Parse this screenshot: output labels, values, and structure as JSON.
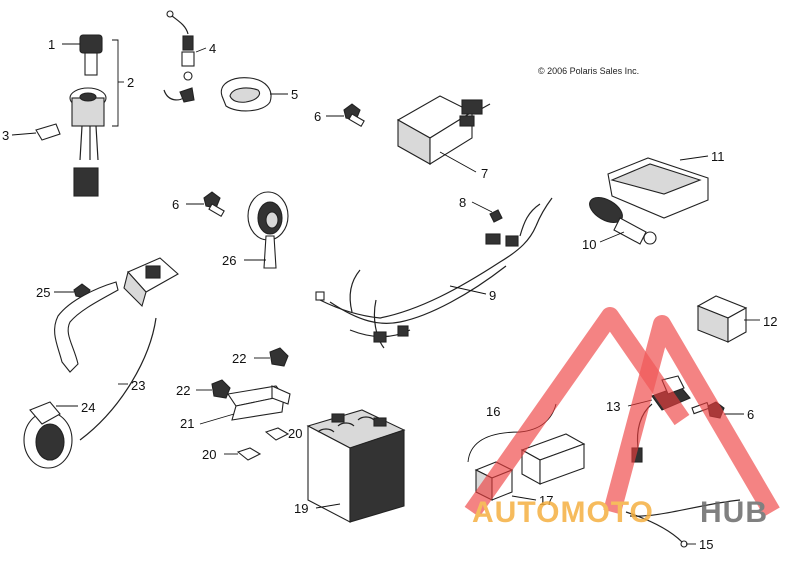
{
  "copyright": "© 2006 Polaris Sales Inc.",
  "callouts": {
    "c1": "1",
    "c2": "2",
    "c3": "3",
    "c4": "4",
    "c5": "5",
    "c6a": "6",
    "c6b": "6",
    "c6c": "6",
    "c7": "7",
    "c8": "8",
    "c9": "9",
    "c10": "10",
    "c11": "11",
    "c12": "12",
    "c13": "13",
    "c15": "15",
    "c16": "16",
    "c17": "17",
    "c19": "19",
    "c20a": "20",
    "c20b": "20",
    "c21": "21",
    "c22a": "22",
    "c22b": "22",
    "c23": "23",
    "c24": "24",
    "c25": "25",
    "c26": "26"
  },
  "watermark": {
    "part1": "AUTOMOTO",
    "part2": "HUB",
    "color_red": "#ee3d3d",
    "color_orange": "#f5b041",
    "color_gray": "#6b6b6b"
  }
}
